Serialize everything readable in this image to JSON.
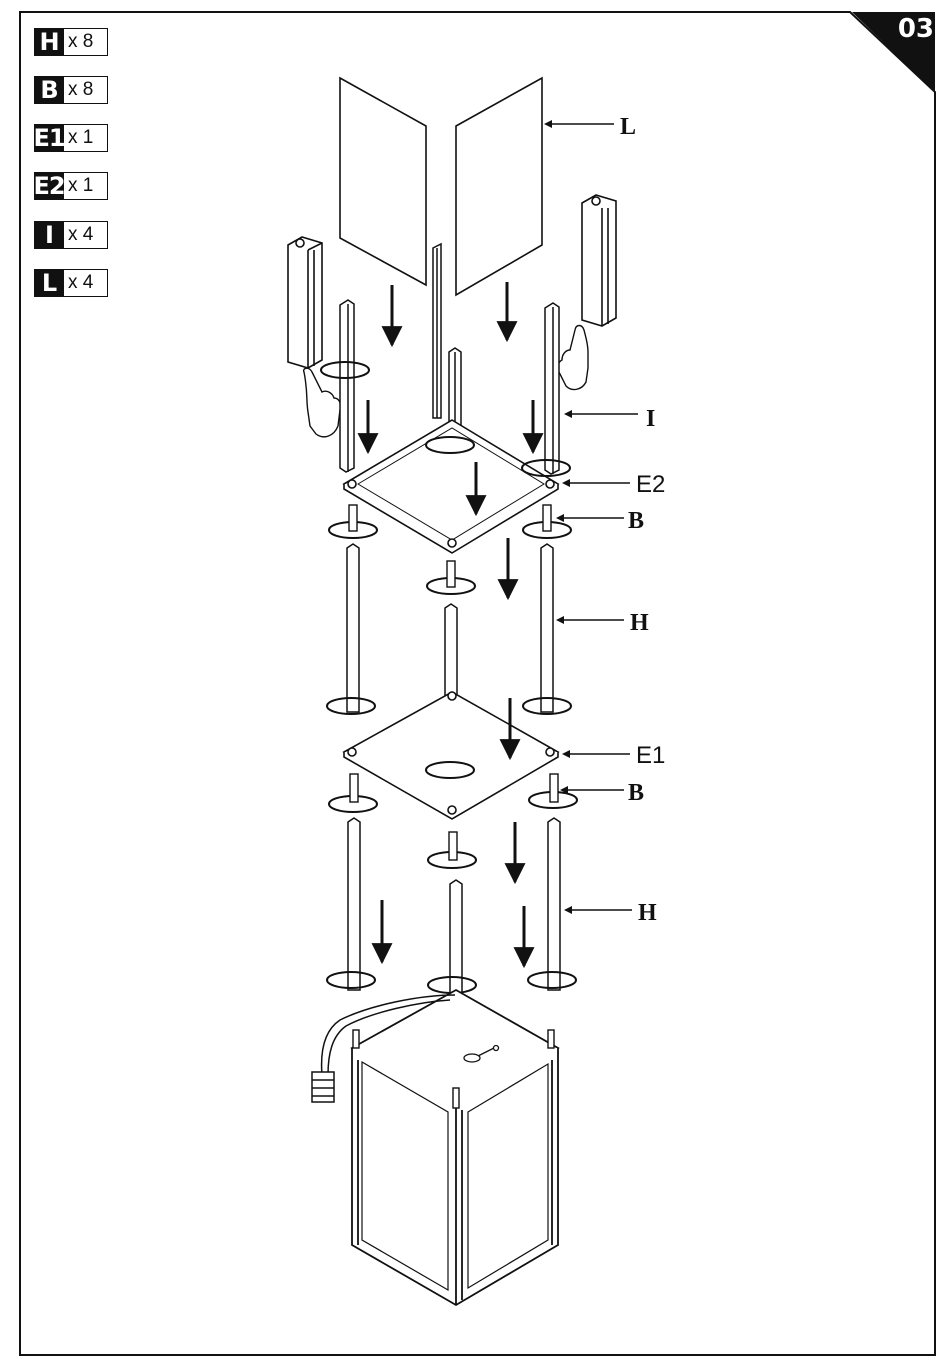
{
  "page_number": "03",
  "parts": [
    {
      "letter": "H",
      "qty": "x 8"
    },
    {
      "letter": "B",
      "qty": "x 8"
    },
    {
      "letter": "E1",
      "qty": "x 1"
    },
    {
      "letter": "E2",
      "qty": "x 1"
    },
    {
      "letter": "I",
      "qty": "x 4"
    },
    {
      "letter": "L",
      "qty": "x 4"
    }
  ],
  "callouts": {
    "L": "L",
    "I": "I",
    "E2": "E2",
    "B_upper": "B",
    "H_upper": "H",
    "E1": "E1",
    "B_lower": "B",
    "H_lower": "H"
  }
}
